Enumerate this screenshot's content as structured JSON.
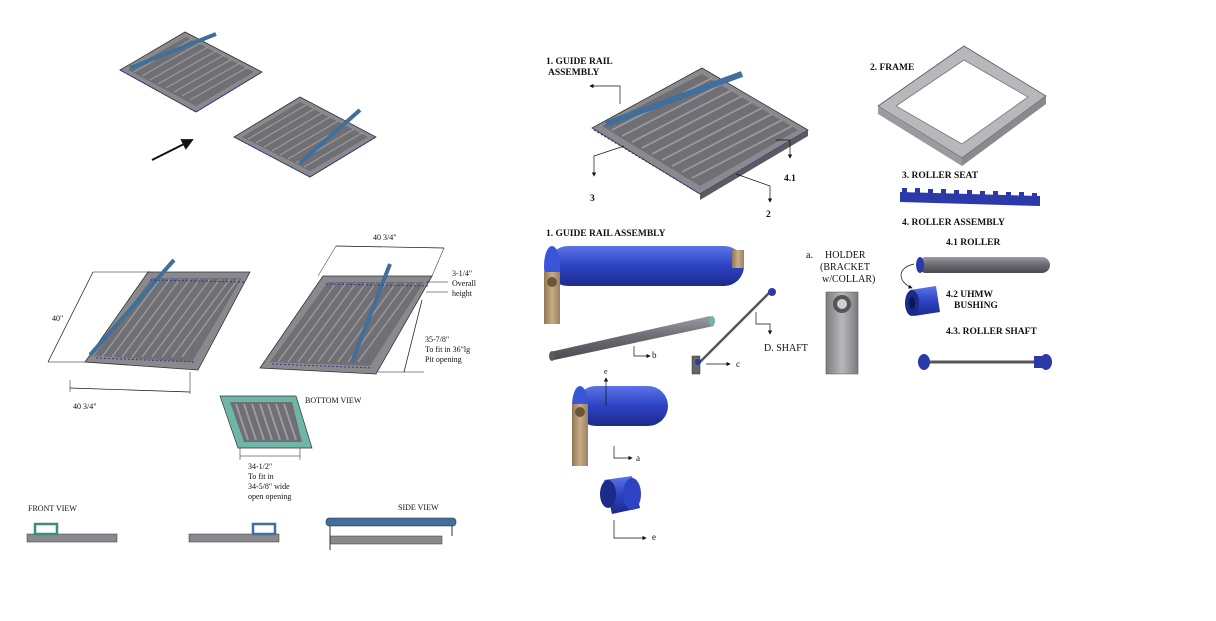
{
  "labels": {
    "guide_rail_assembly_1": "1. GUIDE RAIL",
    "guide_rail_assembly_2": "ASSEMBLY",
    "frame": "2. FRAME",
    "callout_3": "3",
    "callout_41": "4.1",
    "callout_2": "2",
    "roller_seat": "3. ROLLER SEAT",
    "roller_assembly": "4. ROLLER ASSEMBLY",
    "roller": "4.1 ROLLER",
    "uhmw_1": "4.2  UHMW",
    "uhmw_2": "BUSHING",
    "roller_shaft": "4.3. ROLLER SHAFT",
    "guide_rail_title": "1. GUIDE RAIL ASSEMBLY",
    "holder_a": "a.",
    "holder_1": "HOLDER",
    "holder_2": "(BRACKET",
    "holder_3": "w/COLLAR)",
    "shaft": "D. SHAFT",
    "callout_b": "b",
    "callout_c": "c",
    "callout_e1": "e",
    "callout_a": "a",
    "callout_e2": "e",
    "dim_width_top": "40 3/4\"",
    "dim_height_1": "3-1/4\"",
    "dim_height_2": "Overall",
    "dim_height_3": "height",
    "dim_len_1": "35-7/8\"",
    "dim_len_2": "To fit in 36\"lg",
    "dim_len_3": "Pit opening",
    "dim_40": "40\"",
    "dim_width_bottom": "40 3/4\"",
    "bottom_view": "BOTTOM VIEW",
    "dim_w_1": "34-1/2\"",
    "dim_w_2": "To fit in",
    "dim_w_3": "34-5/8\" wide",
    "dim_w_4": "open opening",
    "front_view": "FRONT VIEW",
    "side_view": "SIDE VIEW"
  },
  "colors": {
    "frame_gray": "#8a8a8e",
    "roller_gray": "#6f6f74",
    "guide_blue": "#3f6f9a",
    "seat_blue": "#2b3aa8",
    "bright_blue": "#2f45c8",
    "bracket_tan": "#b59a72",
    "bottom_teal": "#6fb6a8"
  }
}
